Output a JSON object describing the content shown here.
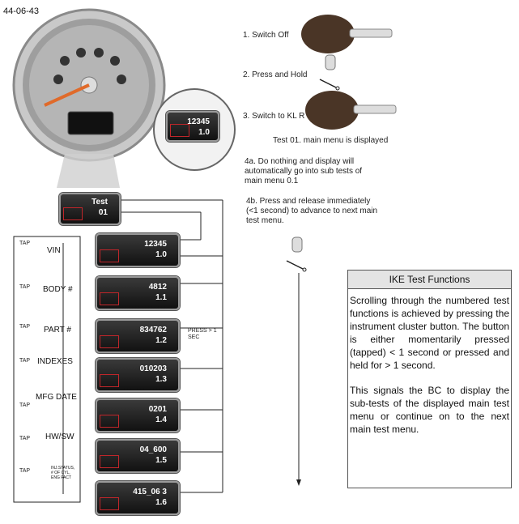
{
  "figure_id": "44-06-43",
  "steps": {
    "s1": "1. Switch Off",
    "s2": "2. Press and Hold",
    "s3": "3. Switch to KL R",
    "s3_note": "Test 01. main menu is displayed",
    "s4a": "4a. Do nothing and display will automatically go into sub tests of main menu 0.1",
    "s4b": "4b. Press and release immediately (<1 second) to advance to next main test menu."
  },
  "cluster_display": {
    "line1": "12345",
    "line2": "1.0"
  },
  "test_display": {
    "line1": "Test",
    "line2": "01"
  },
  "subtests": [
    {
      "label": "VIN",
      "value": "12345",
      "code": "1.0"
    },
    {
      "label": "BODY #",
      "value": "4812",
      "code": "1.1"
    },
    {
      "label": "PART #",
      "value": "834762",
      "code": "1.2"
    },
    {
      "label": "INDEXES",
      "value": "010203",
      "code": "1.3"
    },
    {
      "label": "MFG DATE",
      "value": "0201",
      "code": "1.4"
    },
    {
      "label": "HW/SW",
      "value": "04_600",
      "code": "1.5"
    },
    {
      "label": "INJ.STATUS, # OF CYL, ENG FACT",
      "value": "415_06 3",
      "code": "1.6"
    }
  ],
  "tap_label": "TAP",
  "press_label": "PRESS > 1 SEC",
  "panel": {
    "title": "IKE Test Functions",
    "p1": "Scrolling through the numbered test functions is achieved by pressing the instrument cluster button.    The button is either momentarily pressed (tapped) < 1 second or pressed and held for > 1 second.",
    "p2": "This signals the BC to display the sub-tests of the displayed main test menu or continue on to the next main test menu."
  },
  "colors": {
    "accent_red": "#c0262a",
    "lcd": "#1a1a1a",
    "panel_head": "#e4e4e4"
  }
}
